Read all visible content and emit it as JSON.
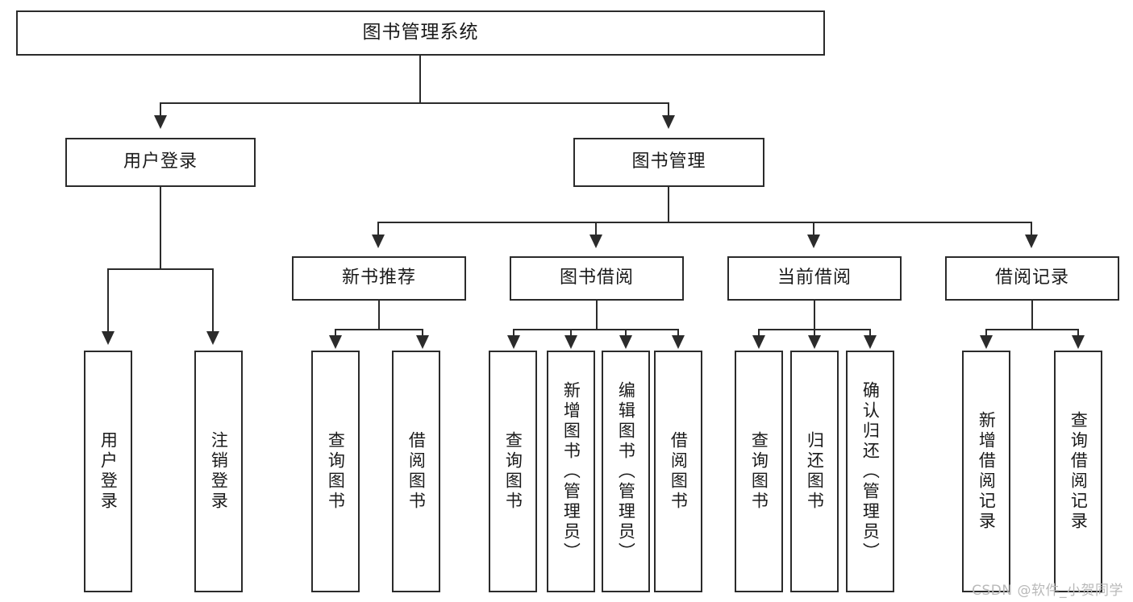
{
  "diagram": {
    "title": "图书管理系统",
    "type": "tree",
    "orientation": "top-down",
    "colors": {
      "stroke": "#2b2b2b",
      "fill": "#ffffff",
      "text": "#1a1a1a",
      "watermark": "#b9b9b9"
    }
  },
  "root": {
    "label": "图书管理系统"
  },
  "level1": [
    {
      "label": "用户登录"
    },
    {
      "label": "图书管理"
    }
  ],
  "level2": [
    {
      "label": "新书推荐"
    },
    {
      "label": "图书借阅"
    },
    {
      "label": "当前借阅"
    },
    {
      "label": "借阅记录"
    }
  ],
  "leaves": {
    "user_login": [
      {
        "label": "用户登录"
      },
      {
        "label": "注销登录"
      }
    ],
    "new_book": [
      {
        "label": "查询图书"
      },
      {
        "label": "借阅图书"
      }
    ],
    "book_borrow": [
      {
        "label": "查询图书"
      },
      {
        "label": "新增图书（管理员）"
      },
      {
        "label": "编辑图书（管理员）"
      },
      {
        "label": "借阅图书"
      }
    ],
    "current_borrow": [
      {
        "label": "查询图书"
      },
      {
        "label": "归还图书"
      },
      {
        "label": "确认归还（管理员）"
      }
    ],
    "borrow_record": [
      {
        "label": "新增借阅记录"
      },
      {
        "label": "查询借阅记录"
      }
    ]
  },
  "watermark": {
    "text": "CSDN @软件_小贺同学"
  }
}
